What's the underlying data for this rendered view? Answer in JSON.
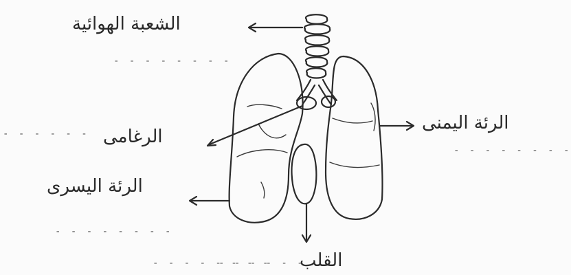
{
  "labels": {
    "trachea": "الشعبة الهوائية",
    "right_lung": "الرئة اليمنى",
    "bronchus": "الرغامى",
    "left_lung": "الرئة اليسرى",
    "heart": "القلب"
  },
  "blanks": {
    "under_trachea": "- - - - - - - -",
    "left_of_bronchus": "- - - - - -",
    "under_right_lung": "- - - - - - - -",
    "under_left_lung": "- - - - - - - -",
    "left_of_heart": "- - - - - - - -",
    "right_of_heart": "- - - - - -"
  },
  "colors": {
    "ink": "#2b2b2b",
    "paper": "#fbfbfb"
  }
}
